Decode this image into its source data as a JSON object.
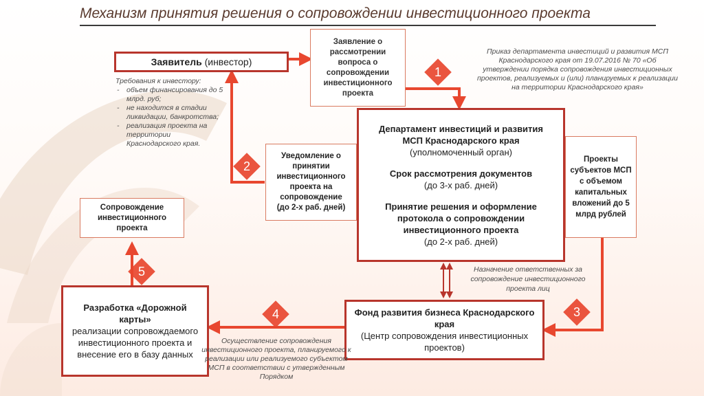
{
  "title": "Механизм принятия решения о сопровождении инвестиционного проекта",
  "applicant": {
    "label_bold": "Заявитель",
    "label_rest": " (инвестор)"
  },
  "requirements": {
    "heading": "Требования к инвестору:",
    "items": [
      "объем финансирования до 5 млрд. руб;",
      "не находится в стадии ликвидации, банкротства;",
      "реализация проекта на территории Краснодарского края."
    ]
  },
  "application_box": "Заявление о рассмотрении вопроса о сопровождении инвестиционного проекта",
  "order_note": "Приказ департамента инвестиций и развития МСП Краснодарского края от 19.07.2016 № 70 «Об утверждении порядка сопровождения инвестиционных проектов, реализуемых и (или) планируемых к реализации на территории Краснодарского края»",
  "department": {
    "name": "Департамент инвестиций и развития МСП Краснодарского края",
    "role": "(уполномоченный орган)",
    "review_term": "Срок рассмотрения документов",
    "review_days": "(до 3-х раб. дней)",
    "decision": "Принятие решения и оформление протокола о сопровождении инвестиционного проекта",
    "decision_days": "(до 2-х раб. дней)"
  },
  "notification_box": {
    "text": "Уведомление о принятии инвестиционного проекта на сопровождение",
    "days": "(до 2-х раб. дней)"
  },
  "sme_projects_box": "Проекты субъектов МСП с объемом капитальных вложений до 5 млрд рублей",
  "support_box": "Сопровождение инвестиционного проекта",
  "responsible_note": "Назначение ответственных за сопровождение инвестиционного проекта лиц",
  "fund": {
    "name": "Фонд развития бизнеса Краснодарского края",
    "center": "(Центр сопровождения инвестиционных проектов)"
  },
  "roadmap": {
    "title": "Разработка «Дорожной карты»",
    "desc": "реализации сопровождаемого инвестиционного проекта и внесение его в базу данных"
  },
  "implementation_note": "Осуществление сопровождения инвестиционного проекта, планируемого к реализации или реализуемого субъектом МСП в соответствии с утвержденным Порядком",
  "steps": [
    "1",
    "2",
    "3",
    "4",
    "5"
  ],
  "colors": {
    "accent_red": "#b8352c",
    "arrow_red": "#e8472f",
    "box_border_light": "#d97a60",
    "title_color": "#5a3a2e"
  }
}
